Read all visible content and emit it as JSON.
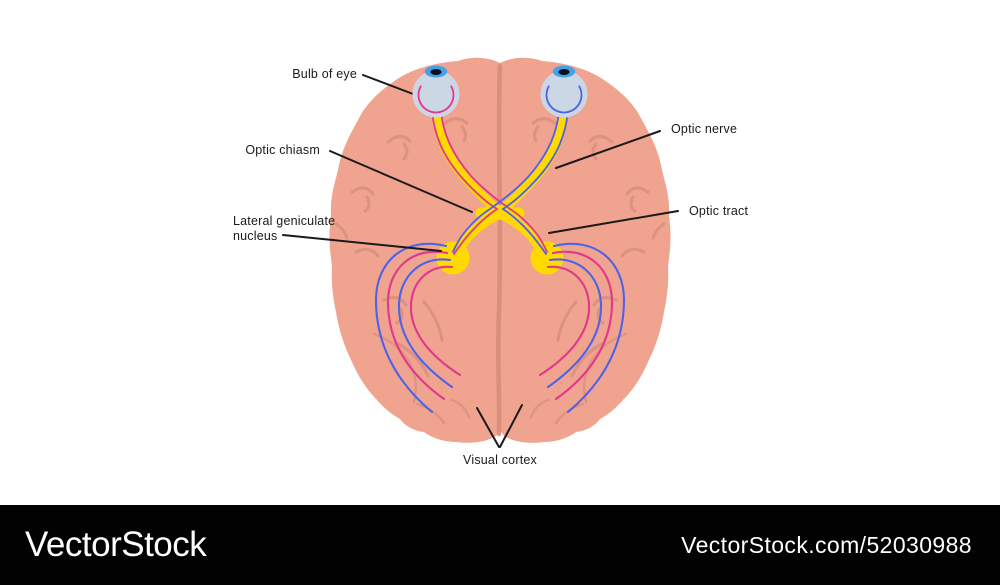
{
  "figure": {
    "subject": "Visual pathway of the brain, top view",
    "labels": {
      "bulb_of_eye": "Bulb of eye",
      "optic_nerve": "Optic nerve",
      "optic_chiasm": "Optic chiasm",
      "optic_tract": "Optic tract",
      "lateral_geniculate_nucleus": "Lateral geniculate nucleus",
      "visual_cortex": "Visual cortex"
    }
  },
  "watermark": {
    "logo": "VectorStock",
    "credit": "VectorStock.com/52030988"
  },
  "colors": {
    "brain": "#f0a38f",
    "brain_line": "#d68d7c",
    "nerve": "#ffd900",
    "pink": "#e0398c",
    "blue": "#4f63e8",
    "eye": "#ccd7e6",
    "iris": "#46a0e8",
    "pupil": "#0a1018",
    "label": "#1a1a1a",
    "bar_bg": "#020202",
    "bar_text": "#ffffff"
  }
}
